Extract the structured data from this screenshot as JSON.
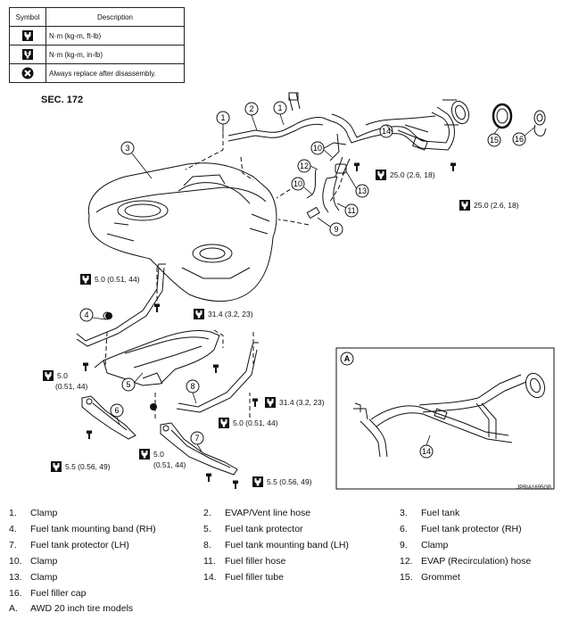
{
  "symbol_table": {
    "header": {
      "symbol": "Symbol",
      "description": "Description"
    },
    "rows": [
      {
        "icon": "torque-wrench-icon",
        "description": "N·m (kg-m, ft-lb)"
      },
      {
        "icon": "torque-wrench-inlb-icon",
        "description": "N·m (kg-m, in-lb)"
      },
      {
        "icon": "always-replace-icon",
        "description": "Always replace after disassembly."
      }
    ]
  },
  "section": "SEC. 172",
  "callouts": [
    "1",
    "1",
    "2",
    "3",
    "4",
    "5",
    "6",
    "7",
    "8",
    "9",
    "10",
    "10",
    "11",
    "12",
    "13",
    "14",
    "15",
    "16",
    "14"
  ],
  "torques": {
    "t1": "25.0 (2.6, 18)",
    "t2": "25.0 (2.6, 18)",
    "t3": "5.0 (0.51, 44)",
    "t4": "31.4 (3.2, 23)",
    "t5a": "5.0",
    "t5b": "(0.51, 44)",
    "t6": "31.4 (3.2, 23)",
    "t7": "5.0 (0.51, 44)",
    "t8a": "5.0",
    "t8b": "(0.51, 44)",
    "t9": "5.5 (0.56, 49)",
    "t10": "5.5 (0.56, 49)"
  },
  "inset_label": "A",
  "figure_id": "JPBIA1695GB",
  "legend": {
    "rows": [
      [
        {
          "num": "1.",
          "text": "Clamp"
        },
        {
          "num": "2.",
          "text": "EVAP/Vent line hose"
        },
        {
          "num": "3.",
          "text": "Fuel tank"
        }
      ],
      [
        {
          "num": "4.",
          "text": "Fuel tank mounting band (RH)"
        },
        {
          "num": "5.",
          "text": "Fuel tank protector"
        },
        {
          "num": "6.",
          "text": "Fuel tank protector (RH)"
        }
      ],
      [
        {
          "num": "7.",
          "text": "Fuel tank protector (LH)"
        },
        {
          "num": "8.",
          "text": "Fuel tank mounting band (LH)"
        },
        {
          "num": "9.",
          "text": "Clamp"
        }
      ],
      [
        {
          "num": "10.",
          "text": "Clamp"
        },
        {
          "num": "11.",
          "text": "Fuel filler hose"
        },
        {
          "num": "12.",
          "text": "EVAP (Recirculation) hose"
        }
      ],
      [
        {
          "num": "13.",
          "text": "Clamp"
        },
        {
          "num": "14.",
          "text": "Fuel filler tube"
        },
        {
          "num": "15.",
          "text": "Grommet"
        }
      ],
      [
        {
          "num": "16.",
          "text": "Fuel filler cap"
        }
      ]
    ],
    "note": {
      "letter": "A.",
      "text": "AWD 20 inch tire models"
    }
  }
}
